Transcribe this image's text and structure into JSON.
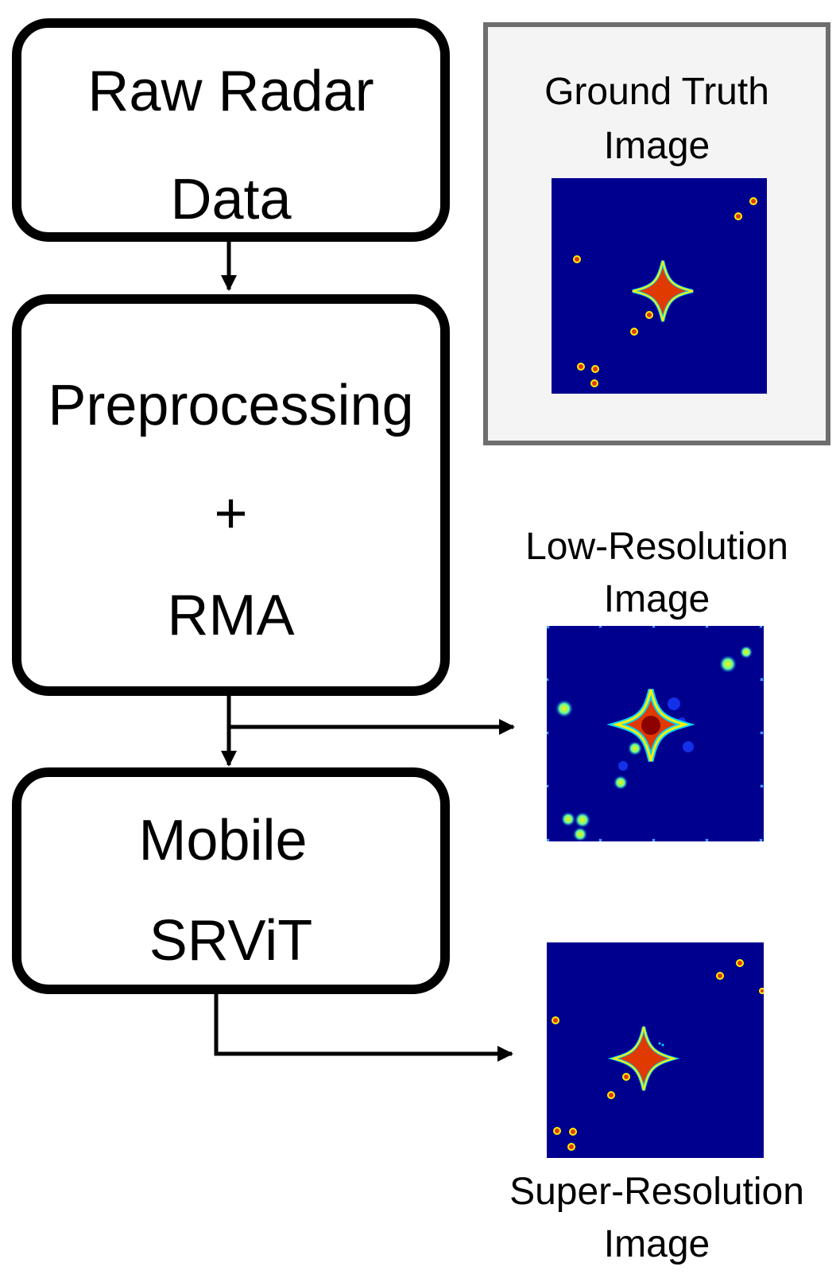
{
  "blocks": {
    "raw": {
      "line1": "Raw Radar",
      "line2": "Data"
    },
    "pre": {
      "line1": "Preprocessing",
      "line2": "+",
      "line3": "RMA"
    },
    "srvit": {
      "line1": "Mobile",
      "line2": "SRViT"
    }
  },
  "outputs": {
    "ground_truth": {
      "line1": "Ground Truth",
      "line2": "Image"
    },
    "low_res": {
      "line1": "Low-Resolution",
      "line2": "Image"
    },
    "super_res": {
      "line1": "Super-Resolution",
      "line2": "Image"
    }
  },
  "colors": {
    "background_navy": "#00008f",
    "target_red": "#e03a00",
    "target_dark_red": "#8c0000",
    "halo_yellow": "#ffee00",
    "halo_cyan": "#00d8ff",
    "panel_gray": "#f4f4f4",
    "panel_border": "#6e6e6e"
  }
}
